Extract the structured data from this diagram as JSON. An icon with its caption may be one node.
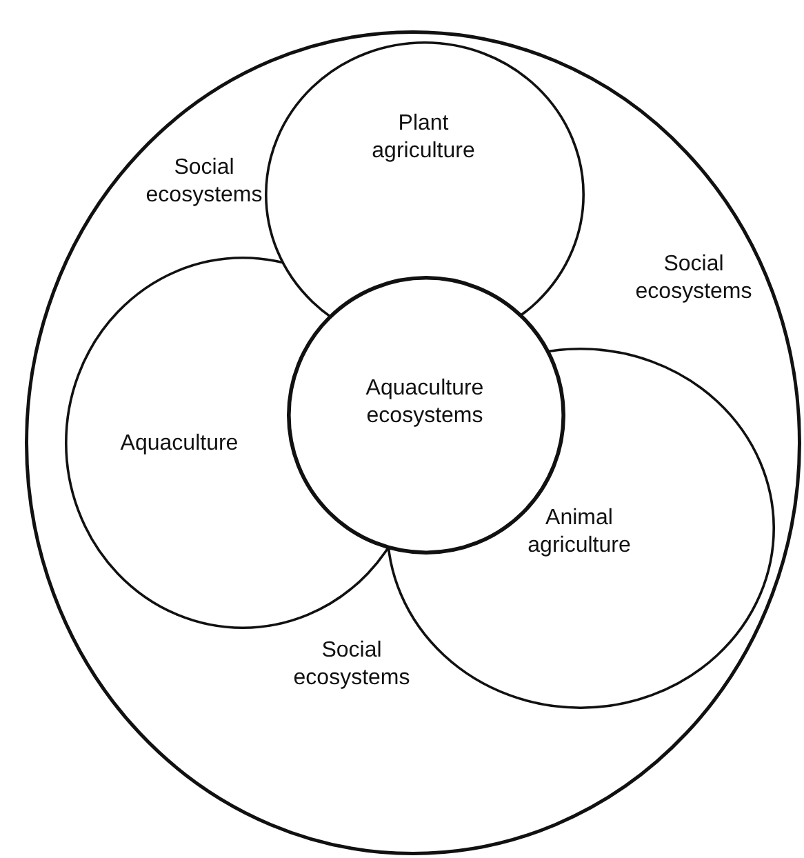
{
  "diagram": {
    "nodes": [
      {
        "text": [
          "Social ecosystems",
          "Social ecosystems",
          "Social ecosystems"
        ]
      },
      {
        "text": [
          "Plant agriculture"
        ],
        "in": 0
      },
      {
        "text": [
          "Aquaculture"
        ],
        "in": 0
      },
      {
        "text": [
          "Aquaculture ecosystems"
        ],
        "in": 0
      },
      {
        "text": [
          "Animal agriculture"
        ],
        "in": 0
      }
    ]
  }
}
